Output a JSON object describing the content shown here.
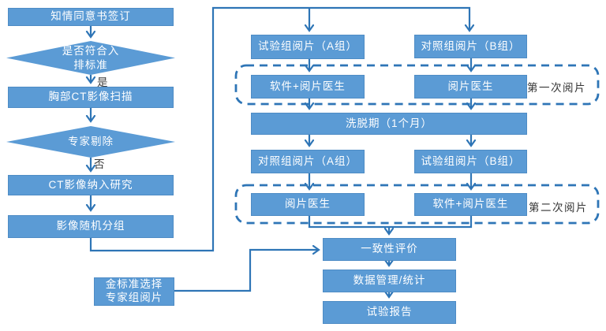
{
  "colors": {
    "node_fill": "#5B9BD5",
    "node_text": "#ffffff",
    "connector": "#2E75B6",
    "dashed_region": "#2E75B6",
    "side_label_text": "#3c3c3c"
  },
  "left_flow": {
    "consent": "知情同意书签订",
    "criteria_decision": "是否符合入排标准",
    "yes_label": "是",
    "ct_scan": "胸部CT影像扫描",
    "expert_exclusion_decision": "专家剔除",
    "no_label": "否",
    "ct_included": "CT影像纳入研究",
    "randomization": "影像随机分组",
    "gold_standard": "金标准选择专家组阅片"
  },
  "reading_flow": {
    "round1": {
      "group_a": "试验组阅片（A组）",
      "group_b": "对照组阅片（B组）",
      "reader_a": "软件+阅片医生",
      "reader_b": "阅片医生",
      "region_label": "第一次阅片"
    },
    "washout": "洗脱期（1个月）",
    "round2": {
      "group_a": "对照组阅片（A组）",
      "group_b": "试验组阅片（B组）",
      "reader_a": "阅片医生",
      "reader_b": "软件+阅片医生",
      "region_label": "第二次阅片"
    },
    "consistency_evaluation": "一致性评价",
    "data_management": "数据管理/统计",
    "trial_report": "试验报告"
  }
}
